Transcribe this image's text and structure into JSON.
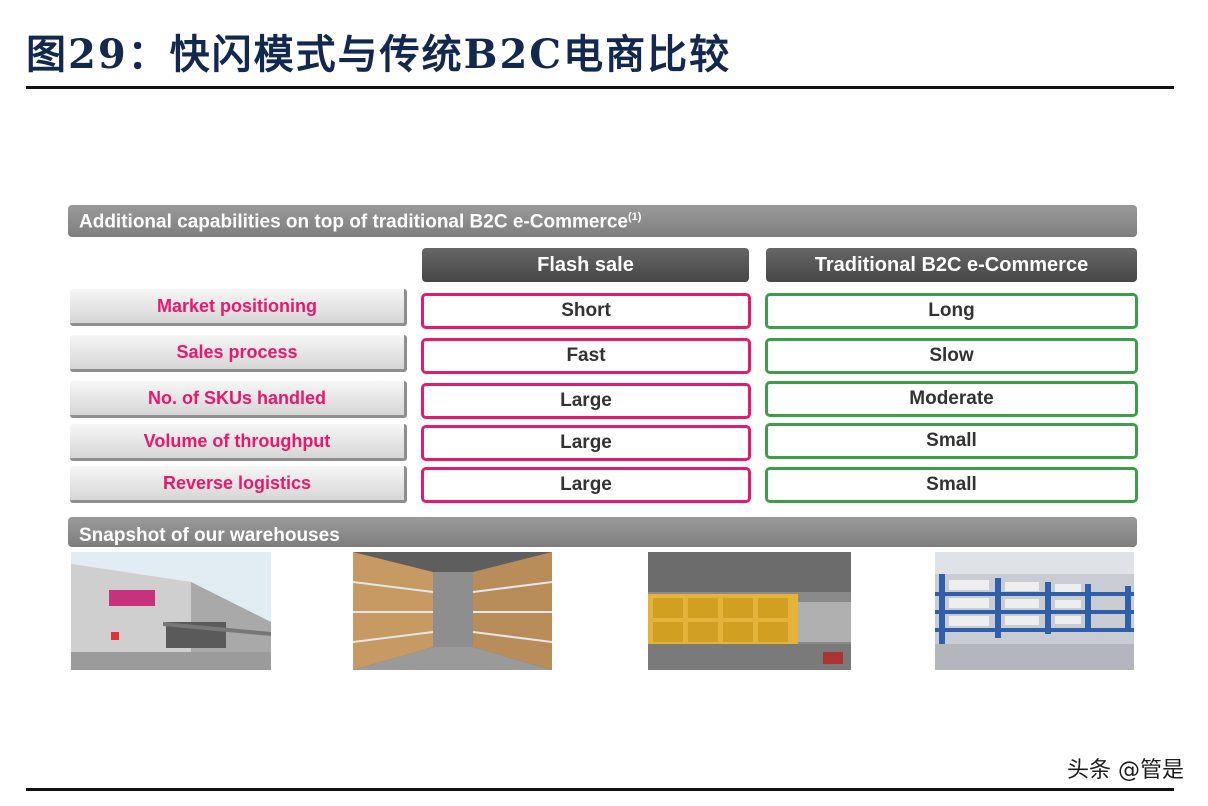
{
  "figure_title": "图29：快闪模式与传统B2C电商比较",
  "section1": {
    "title": "Additional capabilities on top of traditional B2C e-Commerce",
    "footnote": "(1)"
  },
  "columns": {
    "flash": "Flash sale",
    "traditional": "Traditional B2C e-Commerce"
  },
  "rows": [
    {
      "label": "Market positioning",
      "flash": "Short",
      "traditional": "Long"
    },
    {
      "label": "Sales process",
      "flash": "Fast",
      "traditional": "Slow"
    },
    {
      "label": "No. of SKUs handled",
      "flash": "Large",
      "traditional": "Moderate"
    },
    {
      "label": "Volume of throughput",
      "flash": "Large",
      "traditional": "Small"
    },
    {
      "label": "Reverse logistics",
      "flash": "Large",
      "traditional": "Small"
    }
  ],
  "section2": {
    "title": "Snapshot of our warehouses"
  },
  "photos": [
    "warehouse-exterior-photo",
    "warehouse-shelves-boxes-photo",
    "warehouse-yellow-crates-photo",
    "warehouse-blue-racks-photo"
  ],
  "watermark": "头条 @管是",
  "colors": {
    "flash_border": "#e7186e",
    "traditional_border": "#3d9e4a",
    "label_text": "#e7186e",
    "title_text": "#13284e"
  }
}
